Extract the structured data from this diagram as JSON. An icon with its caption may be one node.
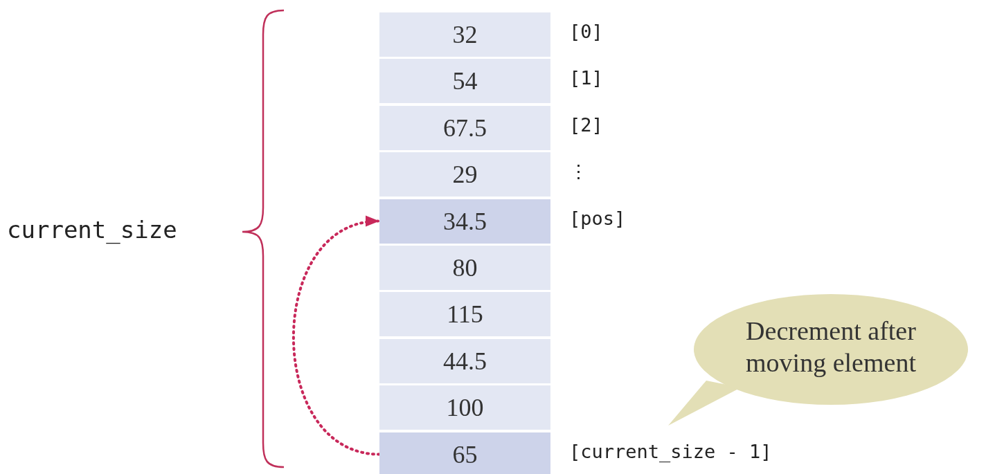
{
  "diagram": {
    "nodes": [
      {
        "text": [
          "32"
        ],
        "beside": [
          "[0]"
        ]
      },
      {
        "text": [
          "54"
        ],
        "beside": [
          "[1]"
        ]
      },
      {
        "text": [
          "67.5"
        ],
        "beside": [
          "[2]"
        ]
      },
      {
        "text": [
          "29"
        ],
        "beside": [
          "⋮"
        ]
      },
      {
        "text": [
          "34.5"
        ],
        "beside": [
          "[pos]"
        ]
      },
      {
        "text": [
          "80"
        ]
      },
      {
        "text": [
          "115"
        ]
      },
      {
        "text": [
          "44.5"
        ]
      },
      {
        "text": [
          "100"
        ]
      },
      {
        "text": [
          "65"
        ],
        "beside": [
          "[current_size - 1]"
        ]
      },
      {
        "text": [
          "Decrement after moving element"
        ]
      }
    ],
    "edges": [
      {
        "from": 9,
        "to": 4,
        "arrow": "to",
        "style": "dashed",
        "color": "#c8285a"
      }
    ],
    "labels": [
      "current_size"
    ]
  }
}
